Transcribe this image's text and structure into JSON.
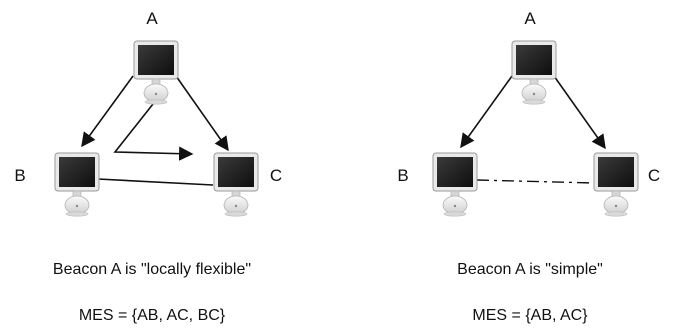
{
  "panels": [
    {
      "nodes": {
        "a": "A",
        "b": "B",
        "c": "C"
      },
      "caption": "Beacon A is \"locally flexible\"",
      "mes": "MES = {AB, AC, BC}"
    },
    {
      "nodes": {
        "a": "A",
        "b": "B",
        "c": "C"
      },
      "caption": "Beacon A is \"simple\"",
      "mes": "MES = {AB, AC}"
    }
  ],
  "colors": {
    "stroke": "#111111",
    "screen": "#1c1c1c",
    "bezel": "#f2f2f2"
  },
  "icons": [
    "computer-icon"
  ]
}
